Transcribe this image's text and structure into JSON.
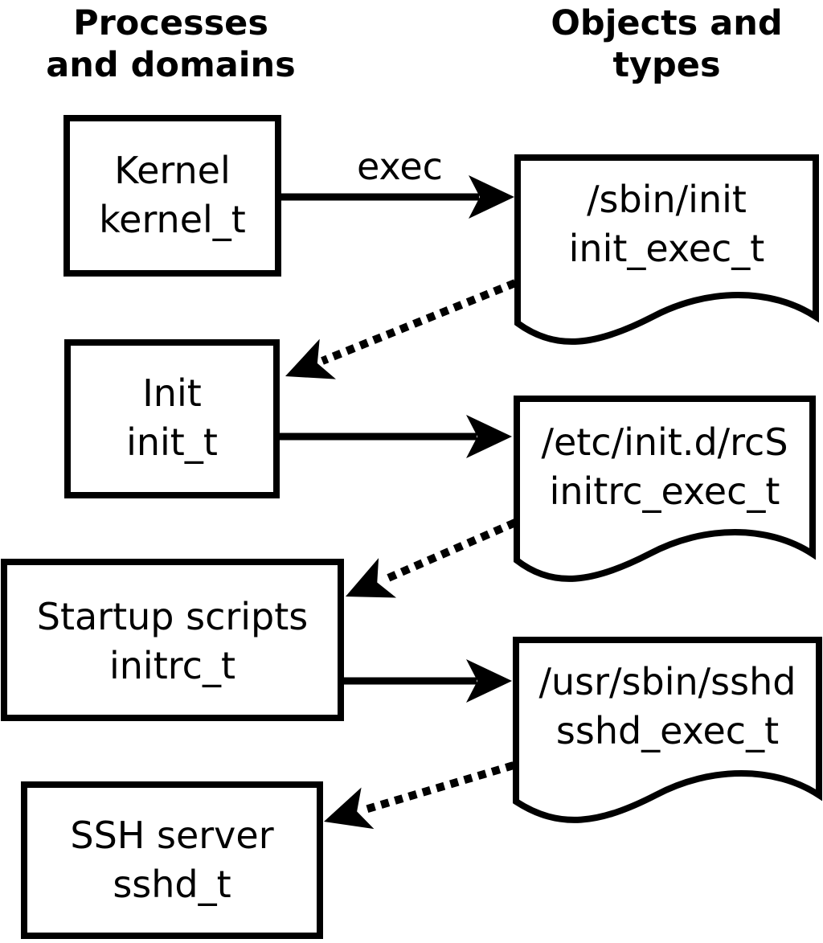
{
  "colors": {
    "ink": "#000000",
    "background": "#ffffff"
  },
  "headers": {
    "left": {
      "line1": "Processes",
      "line2": "and domains"
    },
    "right": {
      "line1": "Objects and",
      "line2": "types"
    }
  },
  "process_boxes": [
    {
      "name": "Kernel",
      "type_label": "kernel_t"
    },
    {
      "name": "Init",
      "type_label": "init_t"
    },
    {
      "name": "Startup scripts",
      "type_label": "initrc_t"
    },
    {
      "name": "SSH server",
      "type_label": "sshd_t"
    }
  ],
  "object_docs": [
    {
      "path": "/sbin/init",
      "type_label": "init_exec_t"
    },
    {
      "path": "/etc/init.d/rcS",
      "type_label": "initrc_exec_t"
    },
    {
      "path": "/usr/sbin/sshd",
      "type_label": "sshd_exec_t"
    }
  ],
  "arrow_labels": {
    "exec": "exec"
  }
}
